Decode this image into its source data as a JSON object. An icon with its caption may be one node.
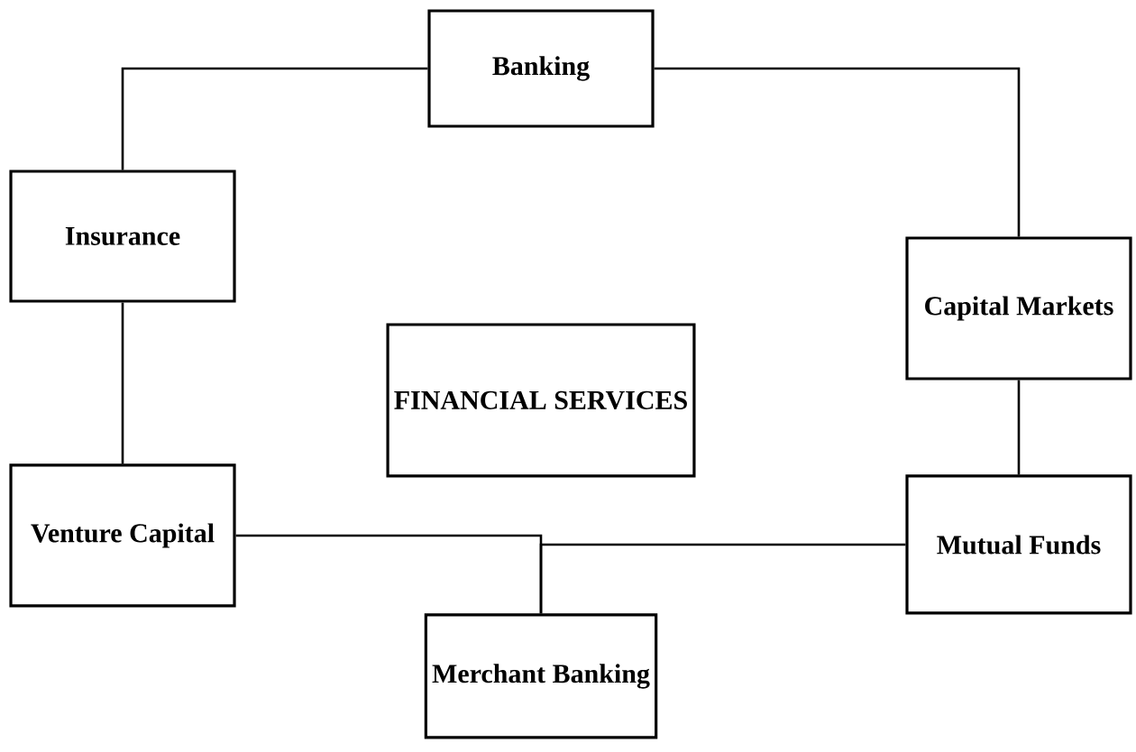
{
  "diagram": {
    "nodes": [
      {
        "text": [
          "Banking"
        ]
      },
      {
        "text": [
          "Insurance"
        ]
      },
      {
        "text": [
          "Capital Markets"
        ]
      },
      {
        "text": [
          "FINANCIAL SERVICES"
        ]
      },
      {
        "text": [
          "Venture Capital"
        ]
      },
      {
        "text": [
          "Mutual Funds"
        ]
      },
      {
        "text": [
          "Merchant Banking"
        ]
      }
    ],
    "edges": [
      {
        "from": 0,
        "to": 1,
        "arrow": "none"
      },
      {
        "from": 0,
        "to": 2,
        "arrow": "none"
      },
      {
        "from": 1,
        "to": 4,
        "arrow": "none"
      },
      {
        "from": 2,
        "to": 5,
        "arrow": "none"
      },
      {
        "from": 4,
        "to": 6,
        "arrow": "none"
      },
      {
        "from": 5,
        "to": 6,
        "arrow": "none"
      }
    ]
  }
}
